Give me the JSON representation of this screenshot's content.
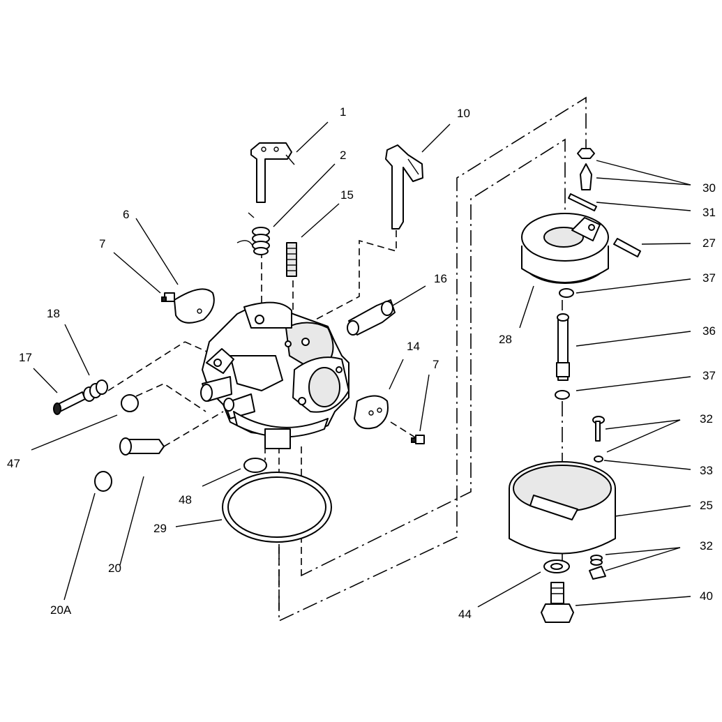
{
  "labels": {
    "l1": "1",
    "l2": "2",
    "l6": "6",
    "l7a": "7",
    "l10": "10",
    "l15": "15",
    "l16": "16",
    "l14": "14",
    "l7b": "7",
    "l18": "18",
    "l17": "17",
    "l47": "47",
    "l48": "48",
    "l29": "29",
    "l20": "20",
    "l20a": "20A",
    "l28": "28",
    "l30": "30",
    "l31": "31",
    "l27": "27",
    "l37a": "37",
    "l36": "36",
    "l37b": "37",
    "l32a": "32",
    "l33": "33",
    "l25": "25",
    "l32b": "32",
    "l40": "40",
    "l44": "44"
  }
}
